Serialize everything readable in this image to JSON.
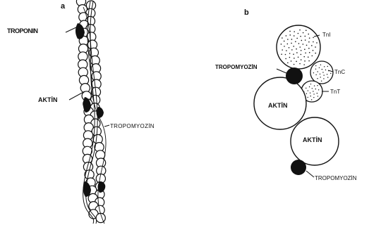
{
  "panels": {
    "a": {
      "letter": "a",
      "labels": {
        "troponin": "TROPONIN",
        "aktin": "AKTİN",
        "tropomyozin": "TROPOMYOZİN"
      }
    },
    "b": {
      "letter": "b",
      "labels": {
        "tni": "TnI",
        "tnc": "TnC",
        "tnt": "TnT",
        "tropomyozin_top": "TROPOMYOZİN",
        "aktin_1": "AKTİN",
        "aktin_2": "AKTİN",
        "tropomyozin_bottom": "TROPOMYOZİN"
      }
    }
  },
  "colors": {
    "ink": "#111111",
    "paper": "#ffffff"
  }
}
